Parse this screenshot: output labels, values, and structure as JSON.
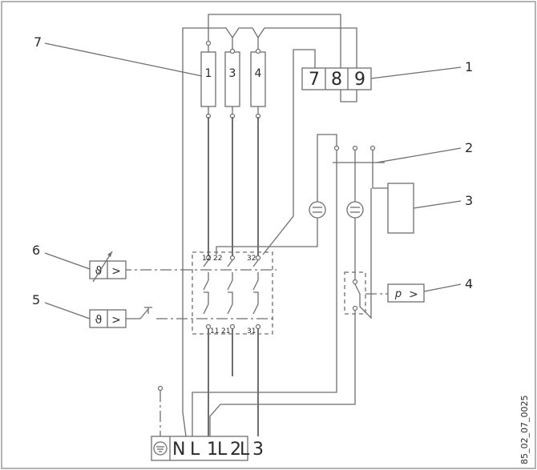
{
  "fuses": [
    "1",
    "3",
    "4"
  ],
  "terminal_strip": [
    "7",
    "8",
    "9"
  ],
  "supply_terminals": [
    "N",
    "L",
    "1",
    "L",
    "2",
    "L",
    "3"
  ],
  "contact_labels": {
    "top": [
      "12",
      "22",
      "32"
    ],
    "bottom": [
      "11",
      "21",
      "31"
    ]
  },
  "callouts": [
    "1",
    "2",
    "3",
    "4",
    "5",
    "6",
    "7"
  ],
  "symbols": {
    "temperature": "ϑ",
    "pressure": "p",
    "arrow": ">"
  },
  "reference_code": "85_02_07_0025"
}
